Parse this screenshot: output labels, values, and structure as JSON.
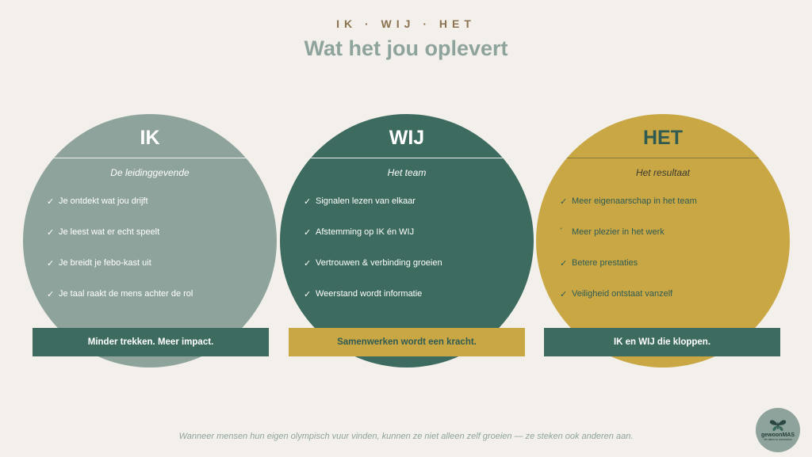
{
  "header": {
    "eyebrow": "IK · WIJ · HET",
    "title": "Wat het jou oplevert"
  },
  "columns": [
    {
      "heading": "IK",
      "subtitle": "De leidinggevende",
      "check": "✓",
      "items": [
        "Je ontdekt wat jou drijft",
        "Je leest wat er echt speelt",
        "Je breidt je febo-kast uit",
        "Je taal raakt de mens achter de rol"
      ],
      "banner": "Minder trekken. Meer impact."
    },
    {
      "heading": "WIJ",
      "subtitle": "Het team",
      "check": "✓",
      "items": [
        "Signalen lezen van elkaar",
        "Afstemming op IK én WIJ",
        "Vertrouwen & verbinding groeien",
        "Weerstand wordt informatie"
      ],
      "banner": "Samenwerken wordt een kracht."
    },
    {
      "heading": "HET",
      "subtitle": "Het resultaat",
      "checks": [
        "✓",
        "´",
        "✓",
        "✓"
      ],
      "items": [
        "Meer eigenaarschap in het team",
        "Meer plezier in het werk",
        "Betere prestaties",
        "Veiligheid ontstaat vanzelf"
      ],
      "banner": "IK en WIJ die kloppen."
    }
  ],
  "footer": {
    "quote": "Wanneer mensen hun eigen olympisch vuur vinden, kunnen ze niet alleen zelf groeien — ze steken ook anderen aan.",
    "logo_name": "gewoonMAS",
    "logo_tagline": "life takes to connection",
    "logo_icon": "butterfly-icon"
  },
  "colors": {
    "background": "#f3f0eb",
    "sage": "#8fa39d",
    "green": "#3d6b5f",
    "gold": "#c9a745",
    "brown": "#8b7250"
  }
}
